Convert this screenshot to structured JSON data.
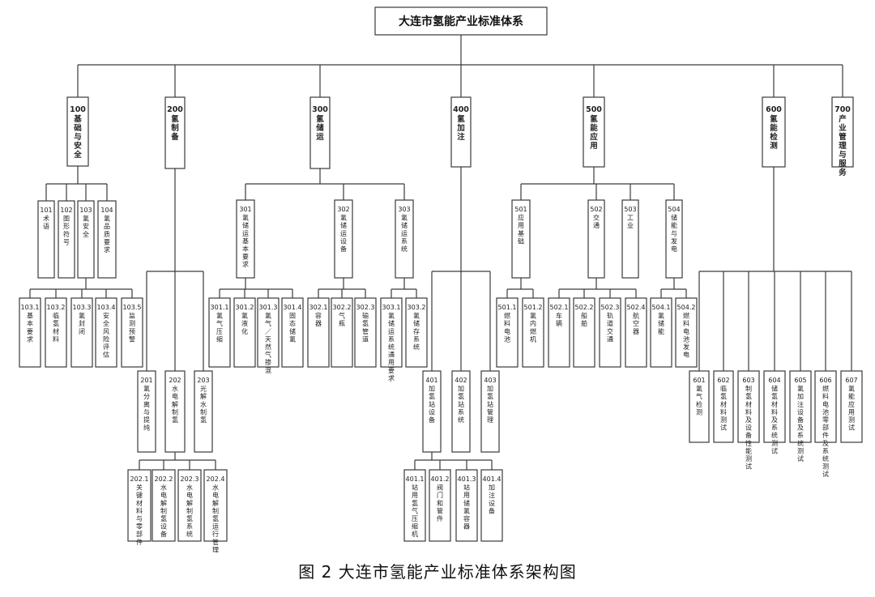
{
  "title": "大连市氢能产业标准体系",
  "caption": "图 2  大连市氢能产业标准体系架构图",
  "categories": [
    {
      "code": "100",
      "name": "基础与安全"
    },
    {
      "code": "200",
      "name": "氢制备"
    },
    {
      "code": "300",
      "name": "氢储运"
    },
    {
      "code": "400",
      "name": "氢加注"
    },
    {
      "code": "500",
      "name": "氢能应用"
    },
    {
      "code": "600",
      "name": "氢能检测"
    },
    {
      "code": "700",
      "name": "产业管理与服务"
    }
  ],
  "nodes": {
    "101": "术语",
    "102": "图形符号",
    "103": "氢安全",
    "104": "氢品质要求",
    "103.1": "基本要求",
    "103.2": "临氢材料",
    "103.3": "氢封闭",
    "103.4": "安全风险评估",
    "103.5": "监测预警",
    "201": "氢分离与提纯",
    "202": "水电解制氢",
    "203": "光解水制氢",
    "202.1": "关键材料与零部件",
    "202.2": "水电解制氢设备",
    "202.3": "水电解制氢系统",
    "202.4": "水电解制氢运行管理",
    "301": "氢储运基本要求",
    "302": "氢储运设备",
    "303": "氢储运系统",
    "301.1": "氢气压缩",
    "301.2": "氢液化",
    "301.3": "氢气／天然气掺混",
    "301.4": "固态储氢",
    "302.1": "容器",
    "302.2": "气瓶",
    "302.3": "输氢管道",
    "303.1": "氢储运系统通用要求",
    "303.2": "氢储存系统",
    "401": "加氢站设备",
    "402": "加氢站系统",
    "403": "加氢站管理",
    "401.1": "站用氢气压缩机",
    "401.2": "阀门和管件",
    "401.3": "站用储氢容器",
    "401.4": "加注设备",
    "501": "应用基础",
    "502": "交通",
    "503": "工业",
    "504": "储能与发电",
    "501.1": "燃料电池",
    "501.2": "氢内燃机",
    "502.1": "车辆",
    "502.2": "船舶",
    "502.3": "轨道交通",
    "502.4": "航空器",
    "504.1": "氢储能",
    "504.2": "燃料电池发电",
    "601": "氢气检测",
    "602": "临氢材料测试",
    "603": "制氢材料及设备性能测试",
    "604": "储氢材料及系统测试",
    "605": "氢加注设备及系统测试",
    "606": "燃料电池零部件及系统测试",
    "607": "氢能应用测试"
  }
}
